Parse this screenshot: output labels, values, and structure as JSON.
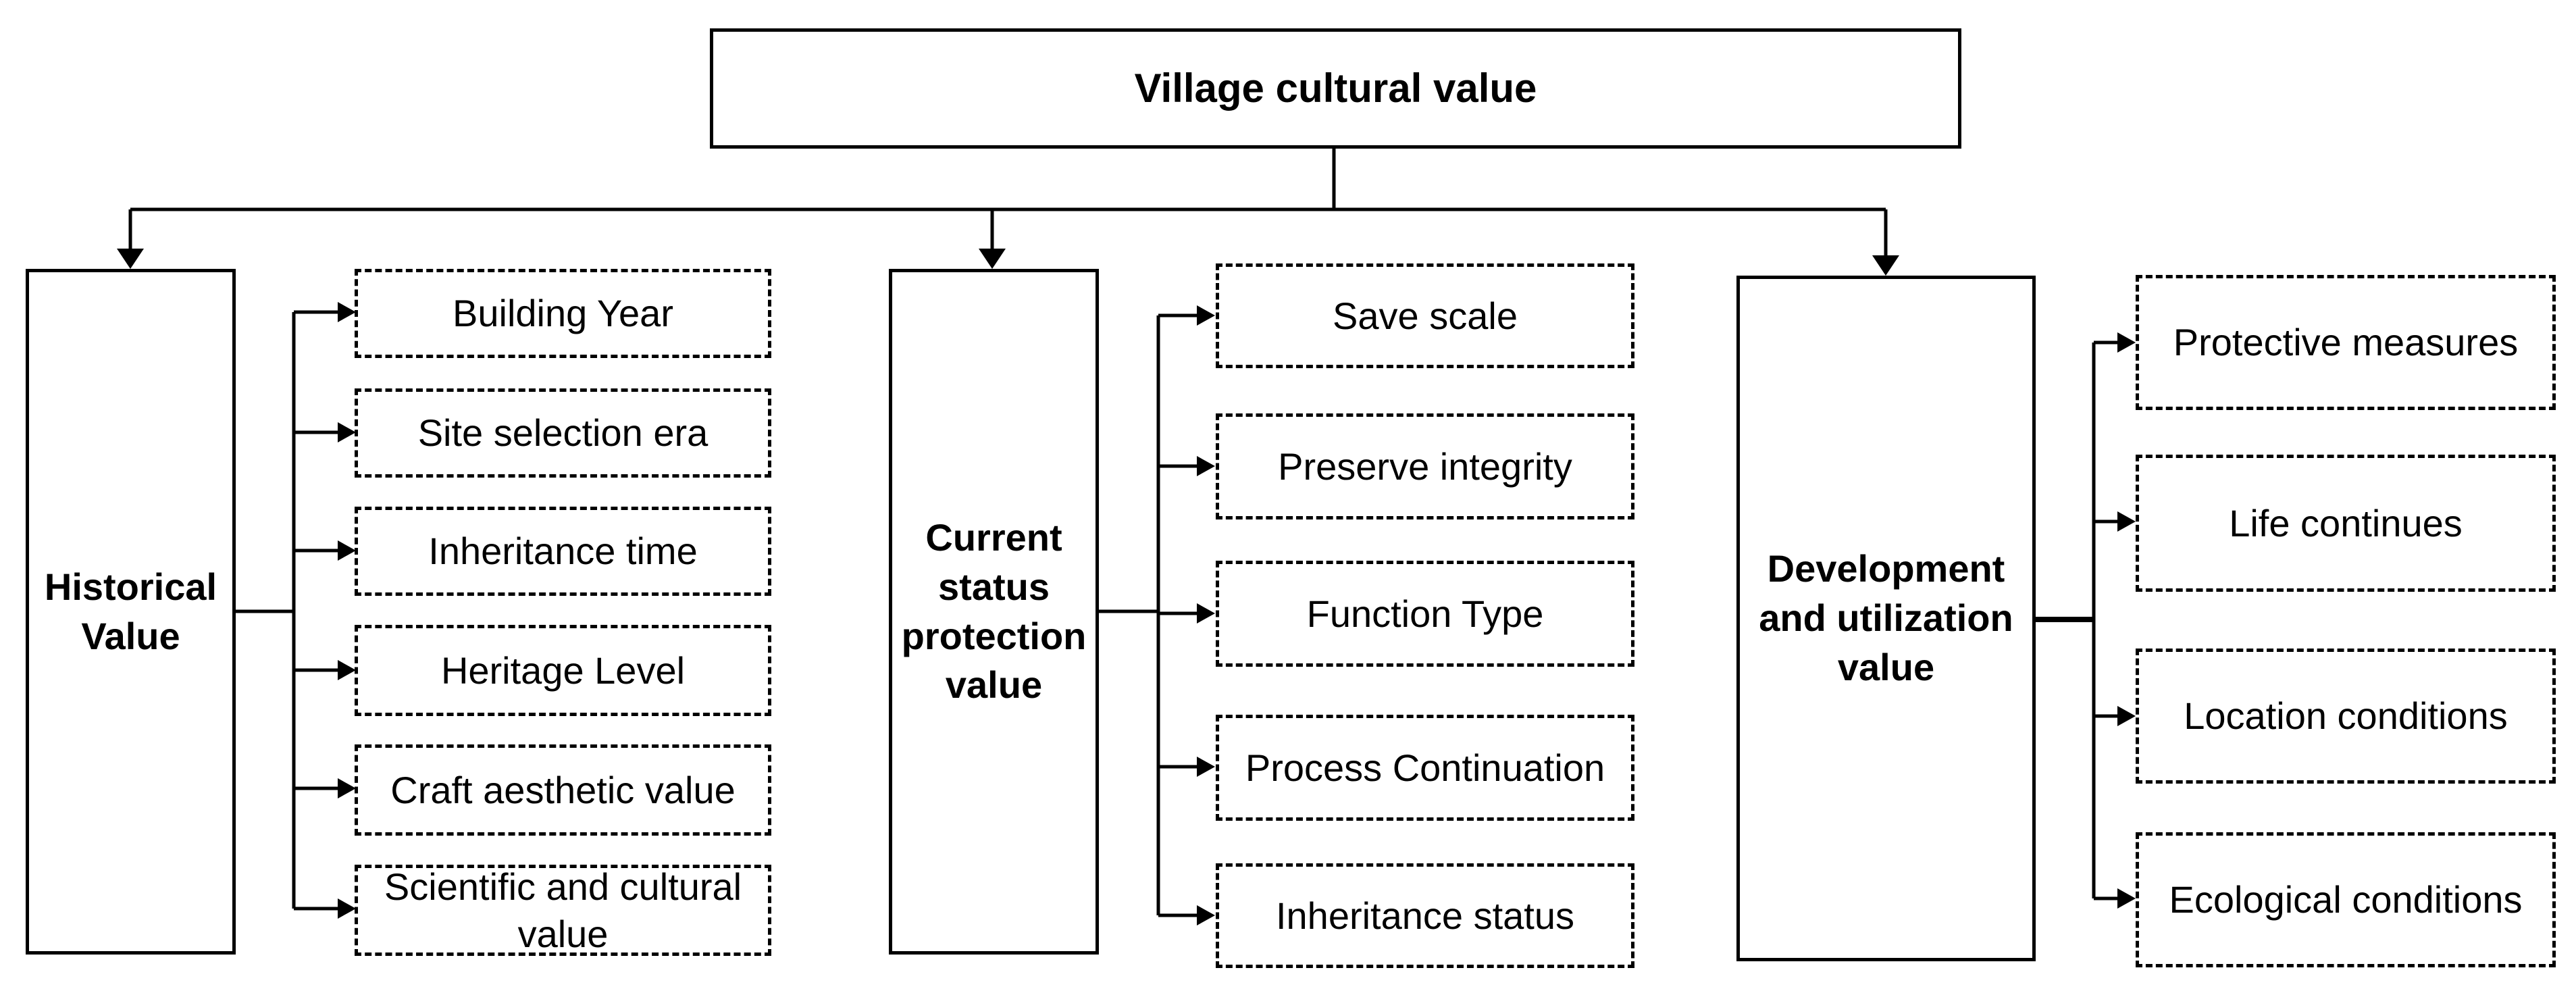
{
  "diagram": {
    "root": "Village cultural value",
    "categories": [
      {
        "label": "Historical Value",
        "items": [
          "Building Year",
          "Site selection era",
          "Inheritance time",
          "Heritage Level",
          "Craft aesthetic value",
          "Scientific and cultural value"
        ]
      },
      {
        "label": "Current status protection value",
        "items": [
          "Save scale",
          "Preserve integrity",
          "Function Type",
          "Process Continuation",
          "Inheritance status"
        ]
      },
      {
        "label": "Development and utilization value",
        "items": [
          "Protective measures",
          "Life continues",
          "Location conditions",
          "Ecological conditions"
        ]
      }
    ]
  }
}
